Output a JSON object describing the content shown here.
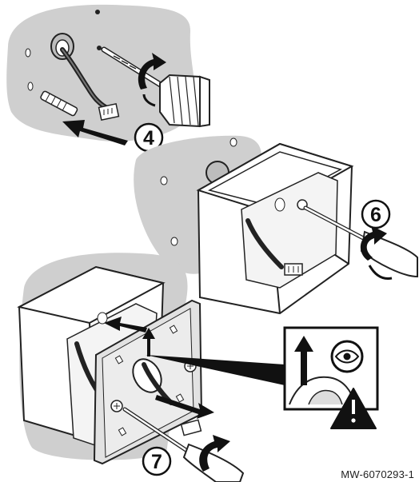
{
  "figure": {
    "steps": [
      {
        "number": "4",
        "action": "drill holes and insert wall plugs"
      },
      {
        "number": "6",
        "action": "screw base box to wall"
      },
      {
        "number": "7",
        "action": "attach mounting plate to base"
      }
    ],
    "reference_code": "MW-6070293-1",
    "icons": [
      "drill-icon",
      "screwdriver-icon",
      "eye-icon",
      "up-arrow-icon",
      "warning-icon"
    ],
    "colors": {
      "wall": "#cfcfcf",
      "outline": "#1a1a1a",
      "plate": "#e2e2e2",
      "box": "#ffffff"
    }
  }
}
